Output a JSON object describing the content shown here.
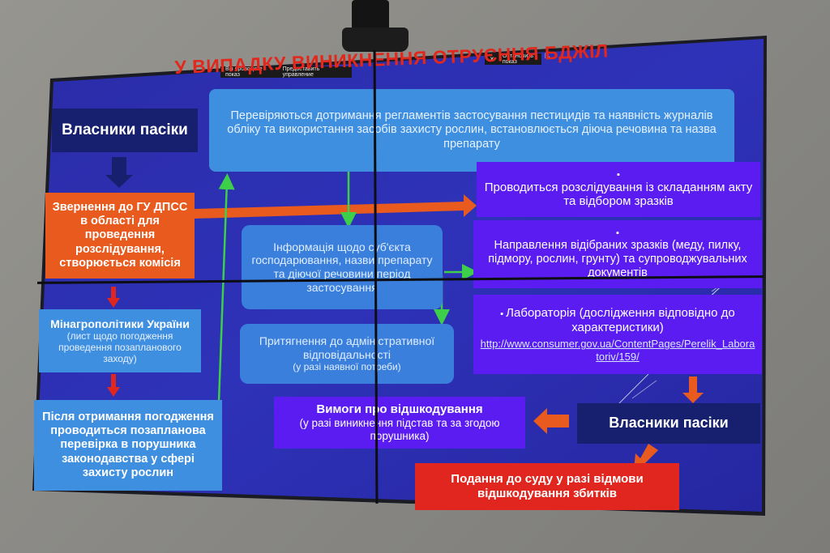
{
  "slide": {
    "title": "У ВИПАДКУ ВИНИКНЕННЯ ОТРУЄННЯ БДЖІЛ",
    "owners_top": "Власники пасіки",
    "check_text": "Перевіряються дотримання регламентів застосування пестицидів та наявність журналів обліку та використання засобів захисту рослин, встановлюється діюча речовина та назва препарату",
    "appeal": "Звернення до ГУ ДПСС в області для проведення розслідування, створюється комісія",
    "investigation": "Проводиться розслідування із складанням акту та відбором зразків",
    "samples": "Направлення відібраних зразків (меду, пилку, підмору, рослин, грунту) та супроводжувальних документів",
    "info": "Інформація щодо суб'єкта господарювання, назви препарату та діючої речовини період застосування",
    "ministry_title": "Мінагрополітики України",
    "ministry_sub": "(лист щодо погодження проведення позапланового заходу)",
    "liability_main": "Притягнення до адміністративної відповідальності",
    "liability_sub": "(у разі наявної потреби)",
    "laboratory": "Лабораторія (дослідження відповідно до характеристики)",
    "lab_link": "http://www.consumer.gov.ua/ContentPages/Perelik_Laboratoriv/159/",
    "inspection": "Після отримання погодження проводиться позапланова перевірка в порушника законодавства у сфері захисту рослин",
    "compensation_main": "Вимоги про відшкодування",
    "compensation_sub": "(у разі виникнення підстав та за згодою порушника)",
    "owners_bottom": "Власники пасіки",
    "court": "Подання до суду у разі відмови відшкодування збитків"
  },
  "toolbar": {
    "showing": "Вы проводите показ",
    "control": "Предоставить управление",
    "stop": "Остановить показ"
  },
  "colors": {
    "screen_blue": "#2c2fb0",
    "orange": "#e85a1e",
    "violet": "#5a1cf0",
    "red": "#e0261e",
    "arrow_green": "#3ecf4a"
  }
}
